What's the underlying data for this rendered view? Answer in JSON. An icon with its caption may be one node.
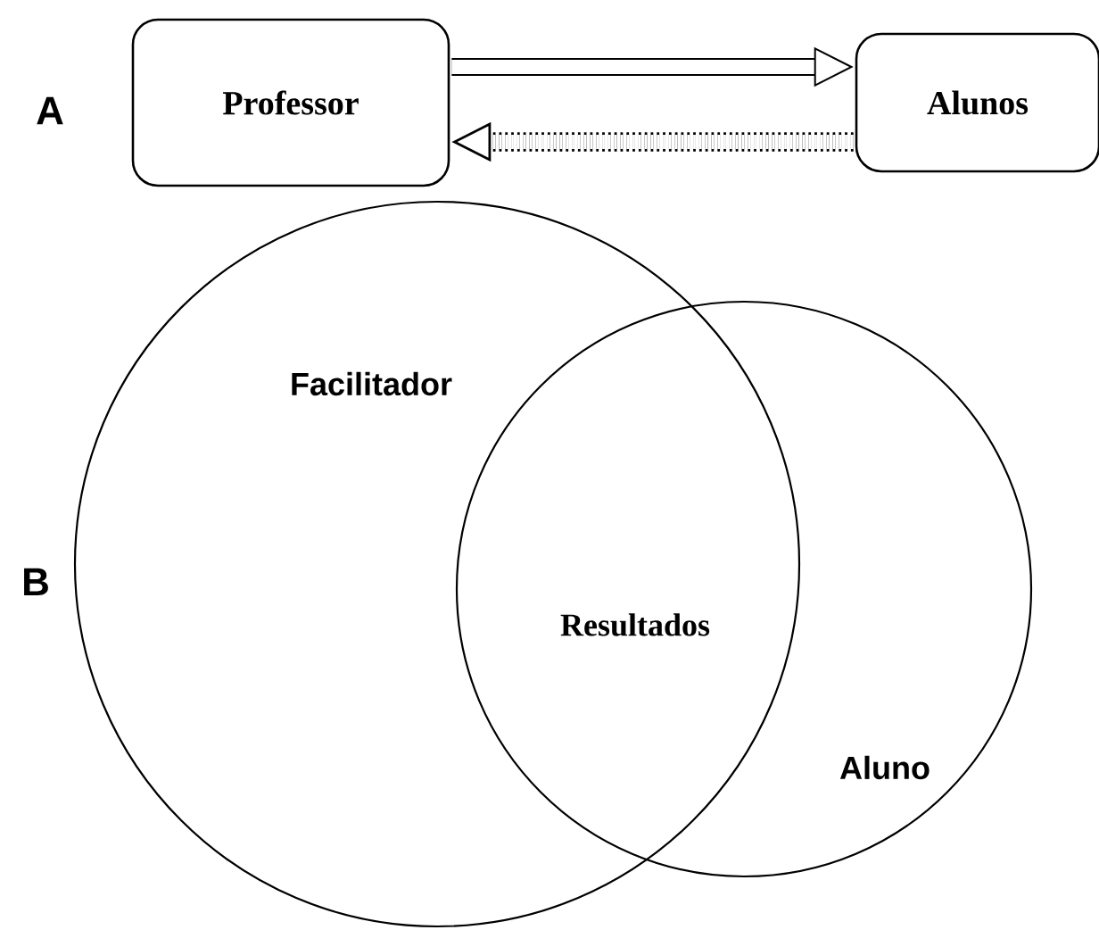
{
  "diagram": {
    "nodes": [
      {
        "text": [
          "Professor"
        ]
      },
      {
        "text": [
          "Alunos"
        ]
      },
      {
        "text": [
          "Facilitador"
        ]
      },
      {
        "text": [
          "Aluno"
        ]
      }
    ],
    "edges": [
      {
        "from": 0,
        "to": 1,
        "arrow": "to"
      },
      {
        "from": 1,
        "to": 0,
        "arrow": "to",
        "style": "dashed"
      }
    ],
    "labels": [
      "A",
      "B",
      "Resultados"
    ]
  }
}
